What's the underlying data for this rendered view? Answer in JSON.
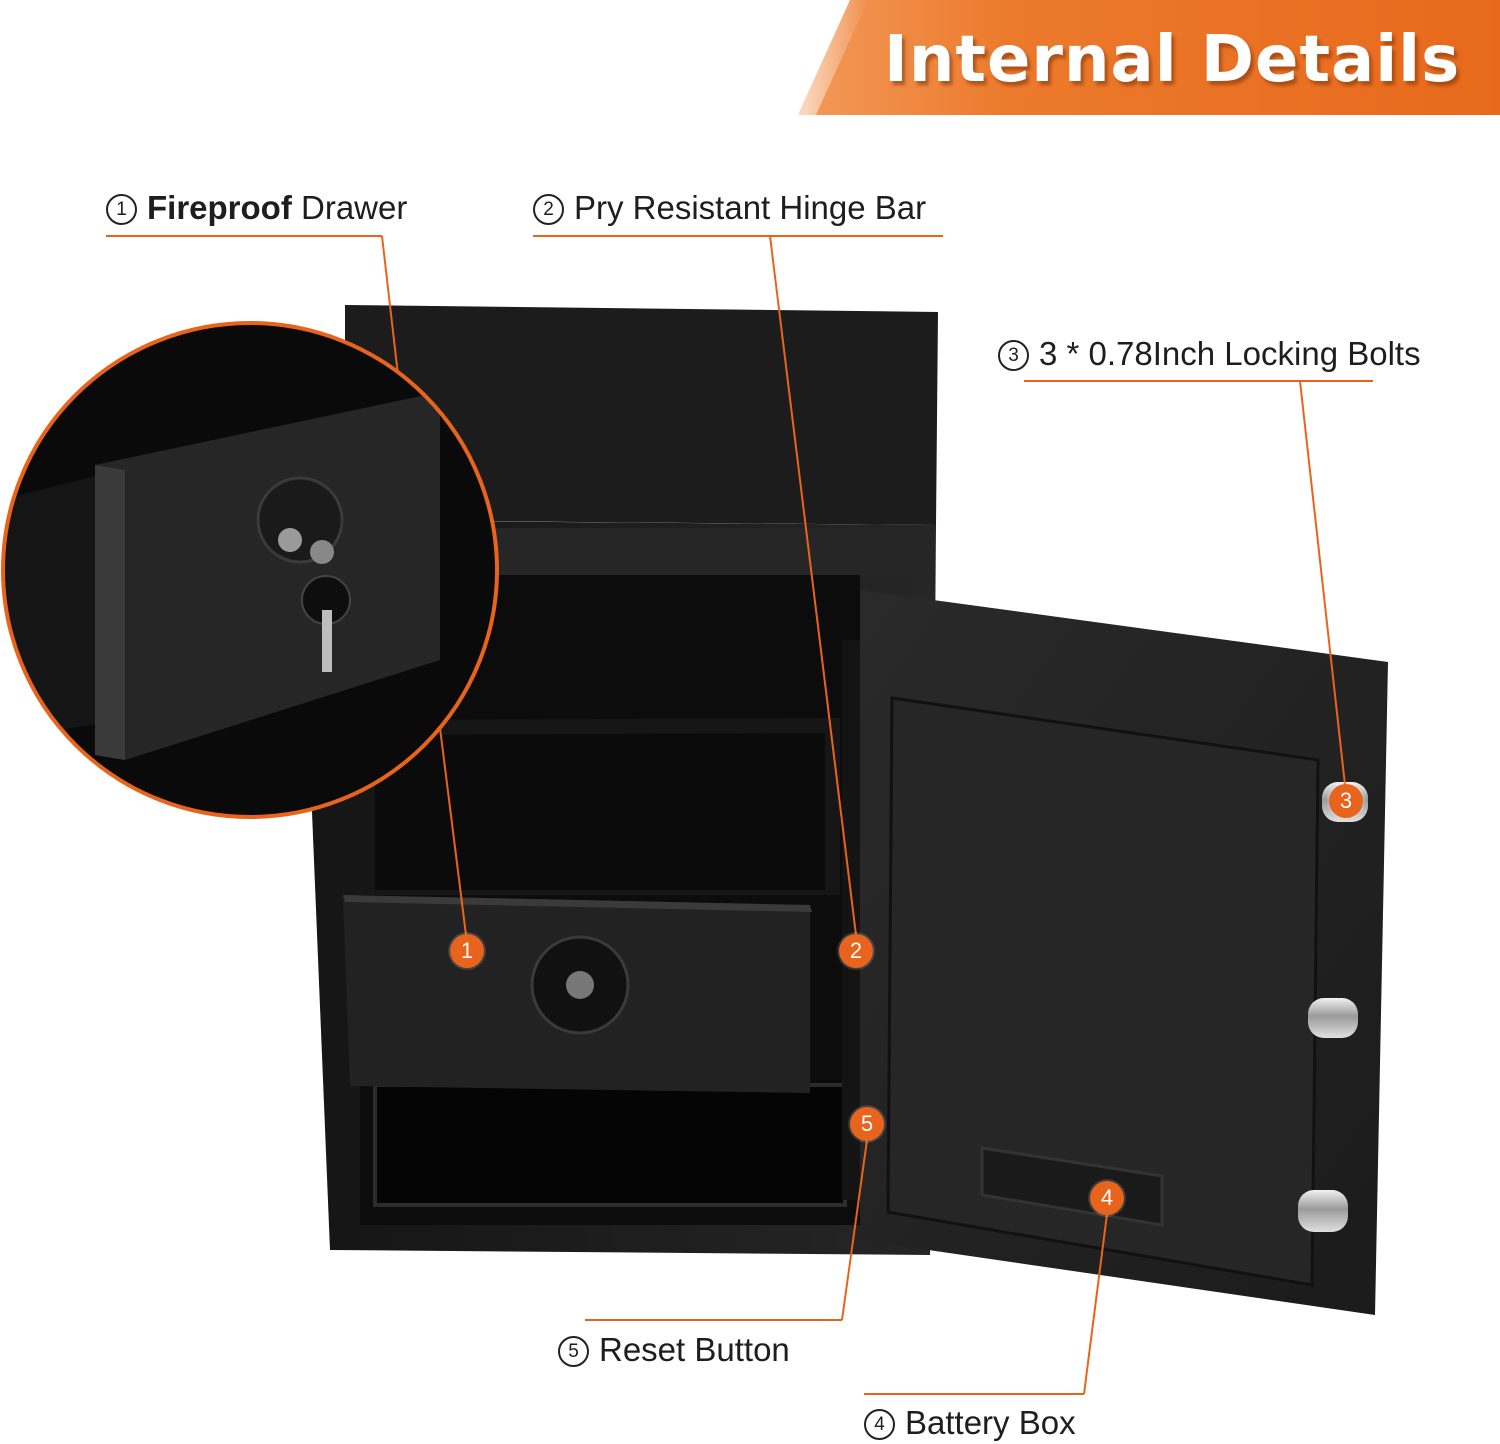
{
  "banner": {
    "title": "Internal Details"
  },
  "labels": [
    {
      "num": "1",
      "strong": "Fireproof",
      "text": " Drawer"
    },
    {
      "num": "2",
      "strong": "",
      "text": "Pry Resistant Hinge Bar"
    },
    {
      "num": "3",
      "strong": "",
      "text": "3 * 0.78Inch Locking Bolts"
    },
    {
      "num": "4",
      "strong": "",
      "text": "Battery Box"
    },
    {
      "num": "5",
      "strong": "",
      "text": "Reset Button"
    }
  ],
  "callouts": [
    "1",
    "2",
    "3",
    "4",
    "5"
  ],
  "colors": {
    "accent": "#e8641c",
    "safe_body": "#1d1d1d",
    "text": "#1e1e1e"
  }
}
